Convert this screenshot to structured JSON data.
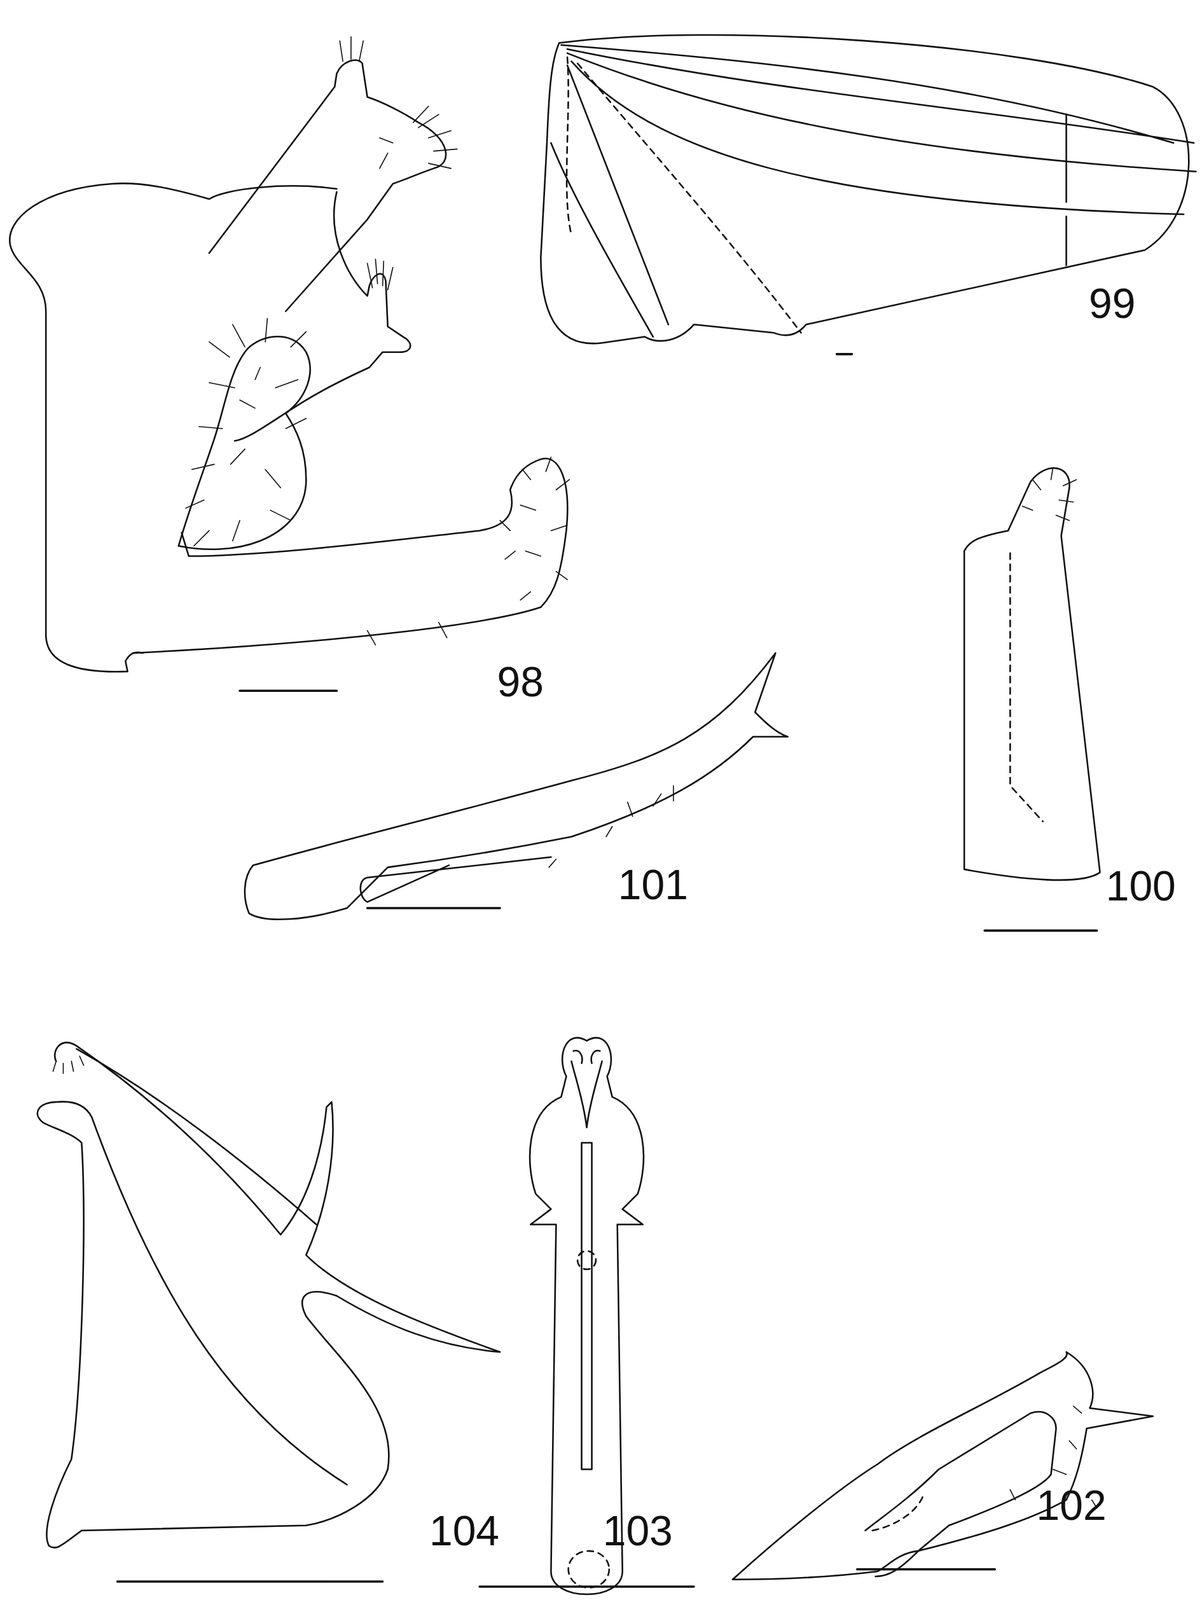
{
  "diagram": {
    "labels": [
      "98",
      "99",
      "100",
      "101",
      "102",
      "103",
      "104"
    ]
  }
}
